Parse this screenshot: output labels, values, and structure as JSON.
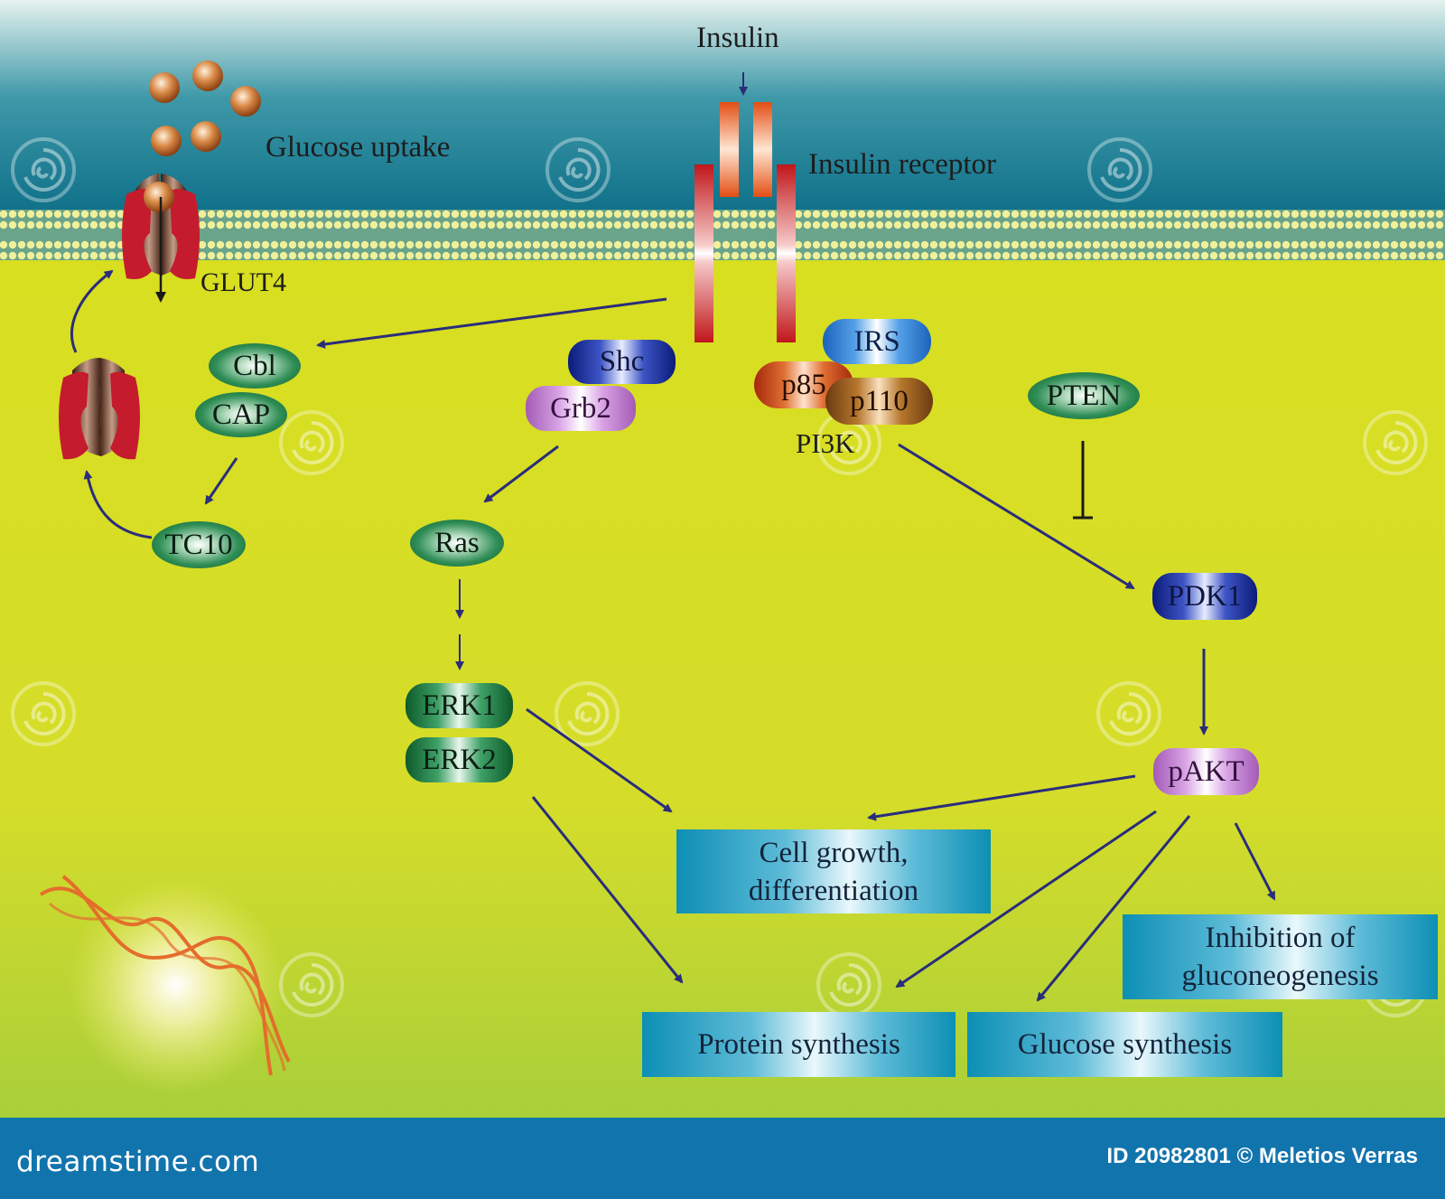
{
  "colors": {
    "cytoplasm": "#d6dc22",
    "extracellular": "#16768c",
    "membrane_head": "#f1f09a",
    "arrow": "#2a2d7a",
    "receptor": "#c11a1a",
    "footer": "#1174ad"
  },
  "labels": {
    "insulin": "Insulin",
    "insulin_receptor": "Insulin receptor",
    "glucose_uptake": "Glucose uptake",
    "glut4": "GLUT4",
    "pi3k": "PI3K"
  },
  "nodes": {
    "cbl": "Cbl",
    "cap": "CAP",
    "tc10": "TC10",
    "shc": "Shc",
    "grb2": "Grb2",
    "ras": "Ras",
    "erk1": "ERK1",
    "erk2": "ERK2",
    "irs": "IRS",
    "p85": "p85",
    "p110": "p110",
    "pten": "PTEN",
    "pdk1": "PDK1",
    "pakt": "pAKT"
  },
  "outcomes": {
    "cell_growth": [
      "Cell growth,",
      "differentiation"
    ],
    "inhibition": [
      "Inhibition of",
      "gluconeogenesis"
    ],
    "protein_synthesis": "Protein synthesis",
    "glucose_synthesis": "Glucose synthesis"
  },
  "icons": [
    "glucose-molecule-icon",
    "glut4-transporter-icon",
    "dna-helix-icon",
    "watermark-swirl-icon"
  ],
  "footer": {
    "logo": "dreamstime.com",
    "credit": "ID 20982801 © Meletios Verras"
  }
}
